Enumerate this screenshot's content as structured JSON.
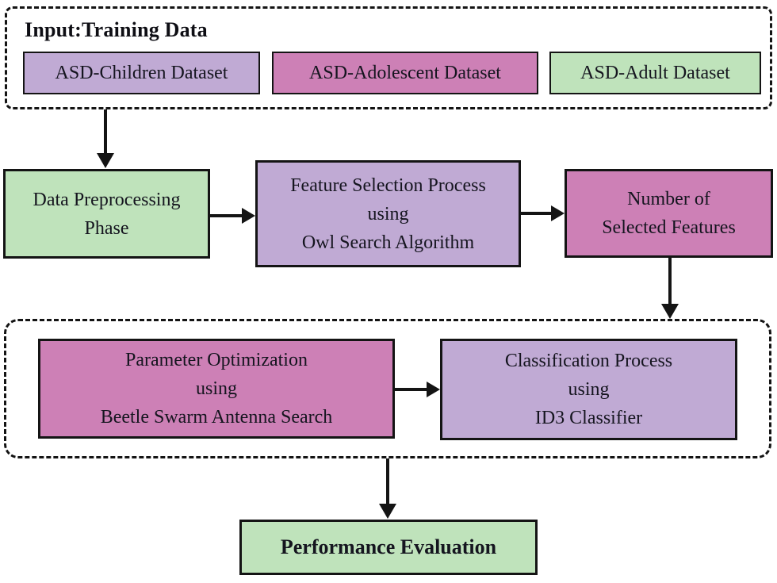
{
  "input_group": {
    "title": "Input:Training Data",
    "datasets": [
      {
        "label": "ASD-Children Dataset"
      },
      {
        "label": "ASD-Adolescent Dataset"
      },
      {
        "label": "ASD-Adult Dataset"
      }
    ]
  },
  "nodes": {
    "data_preprocessing": {
      "line1": "Data Preprocessing",
      "line2": "Phase"
    },
    "feature_selection": {
      "line1": "Feature Selection Process",
      "line2": "using",
      "line3": "Owl Search Algorithm"
    },
    "selected_features": {
      "line1": "Number of",
      "line2": "Selected Features"
    },
    "parameter_optimization": {
      "line1": "Parameter Optimization",
      "line2": "using",
      "line3": "Beetle Swarm Antenna Search"
    },
    "classification": {
      "line1": "Classification Process",
      "line2": "using",
      "line3": "ID3 Classifier"
    },
    "performance_evaluation": {
      "label": "Performance Evaluation"
    }
  },
  "colors": {
    "purple": "#c0aad4",
    "pink": "#cd80b6",
    "green": "#bfe3bb",
    "line": "#141414",
    "text": "#15151f"
  }
}
